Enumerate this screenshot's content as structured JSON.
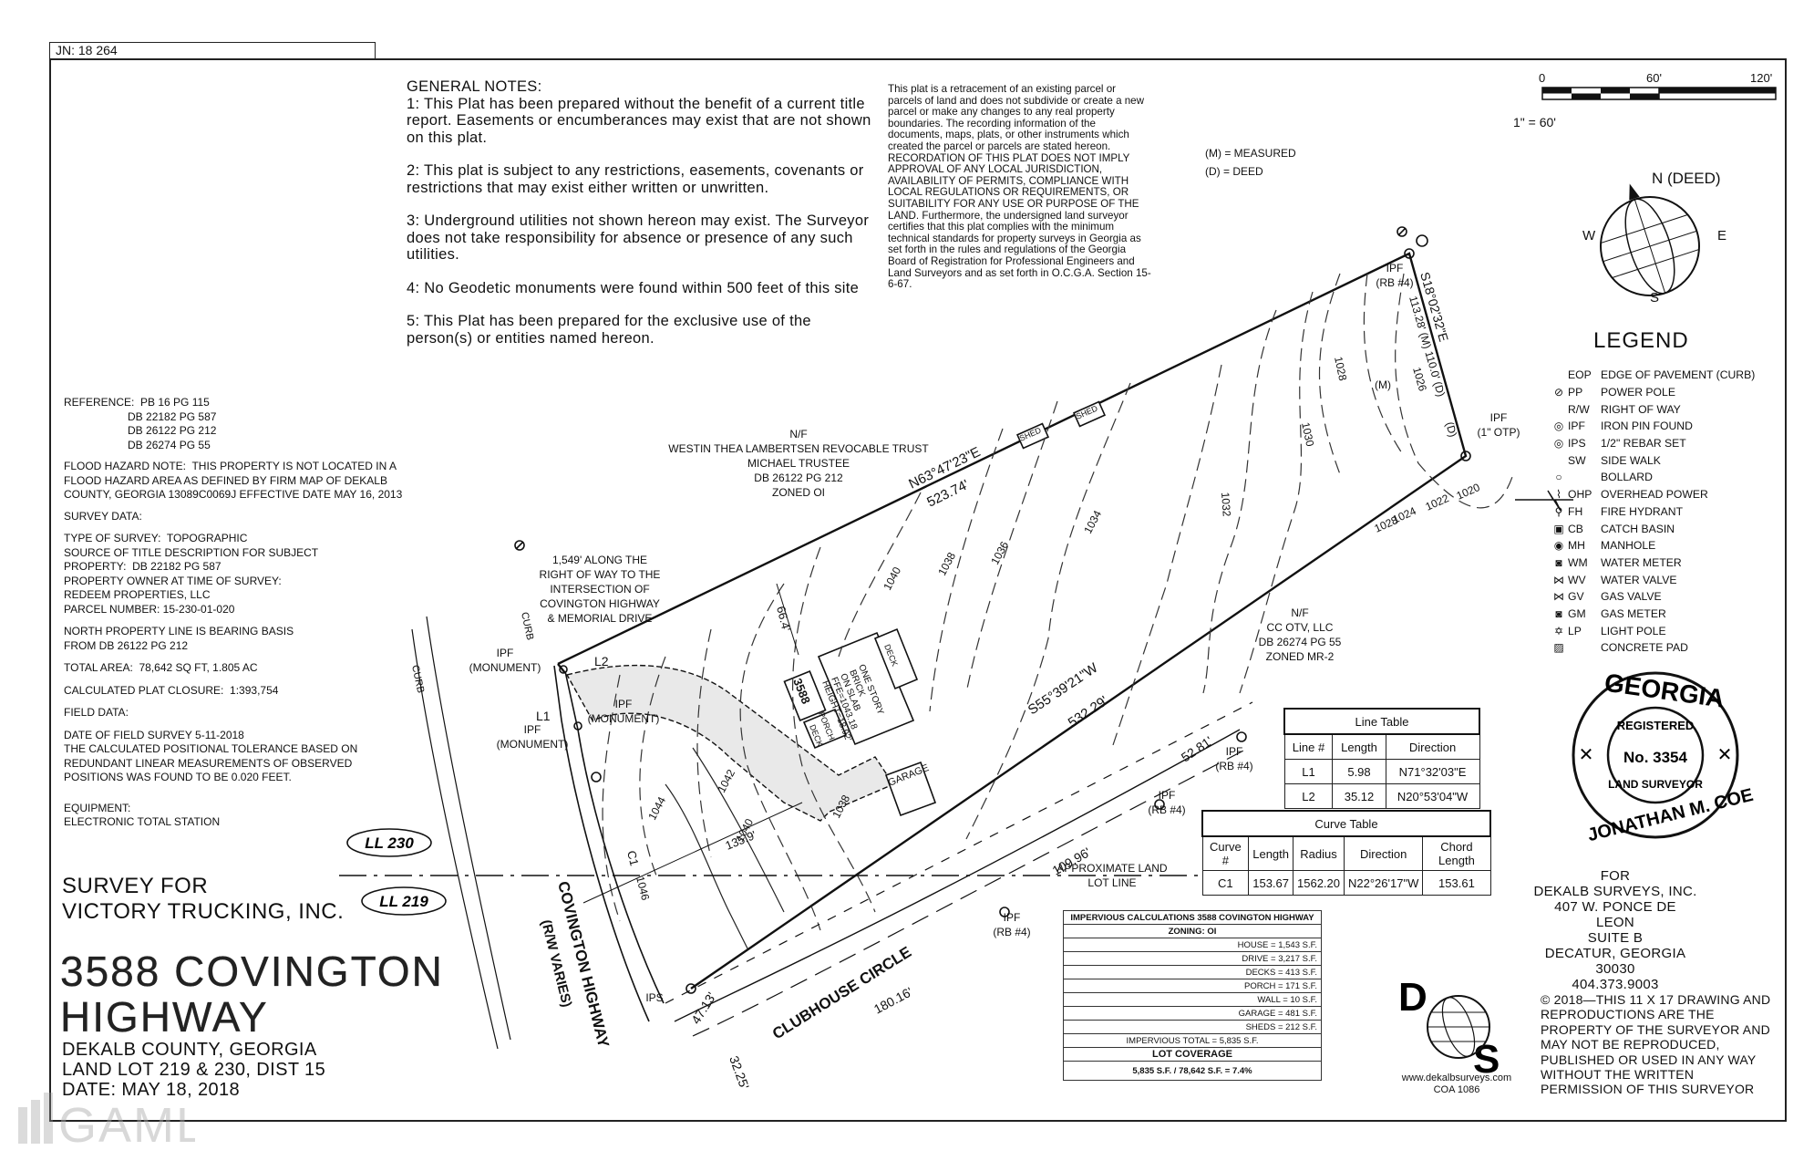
{
  "job_number": "JN: 18 264",
  "general_notes": {
    "heading": "GENERAL NOTES:",
    "items": [
      "1: This Plat has been prepared without the benefit of a current title report.  Easements or encumberances may exist that are not shown on this plat.",
      "2: This plat is subject to any restrictions, easements, covenants or restrictions that may exist either written or unwritten.",
      "3: Underground utilities not shown hereon may exist.  The Surveyor does not take responsibility for absence or presence of any such utilities.",
      "4: No Geodetic monuments were found within 500 feet of this site",
      "5: This Plat has been prepared for the exclusive use of the person(s) or entities named hereon."
    ]
  },
  "certification_text": "This plat is a retracement of an existing parcel or parcels of land and does not subdivide or create a new parcel or make any changes to any real property boundaries. The recording information of the documents, maps, plats, or other instruments which created the parcel or parcels are stated hereon. RECORDATION OF THIS PLAT DOES NOT IMPLY APPROVAL OF ANY LOCAL JURISDICTION, AVAILABILITY OF PERMITS, COMPLIANCE WITH LOCAL REGULATIONS OR REQUIREMENTS, OR SUITABILITY FOR ANY USE OR PURPOSE OF THE LAND. Furthermore, the undersigned land surveyor certifies that this plat complies with the minimum technical standards for property surveys in Georgia as set forth in the rules and regulations of the Georgia Board of Registration for Professional Engineers and Land Surveyors and as set forth in O.C.G.A. Section 15-6-67.",
  "abbrev": {
    "measured": "(M)  = MEASURED",
    "deed": "(D)  = DEED"
  },
  "scale": {
    "t0": "0",
    "t60": "60'",
    "t120": "120'",
    "ratio": "1\" = 60'"
  },
  "north_arrow": {
    "n": "N (DEED)",
    "s": "S",
    "e": "E",
    "w": "W"
  },
  "legend": {
    "title": "LEGEND",
    "items": [
      {
        "sym": "",
        "code": "EOP",
        "desc": "EDGE OF PAVEMENT (CURB)"
      },
      {
        "sym": "⊘",
        "code": "PP",
        "desc": "POWER POLE"
      },
      {
        "sym": "",
        "code": "R/W",
        "desc": "RIGHT OF WAY"
      },
      {
        "sym": "◎",
        "code": "IPF",
        "desc": "IRON PIN FOUND"
      },
      {
        "sym": "◎",
        "code": "IPS",
        "desc": "1/2\" REBAR SET"
      },
      {
        "sym": "",
        "code": "SW",
        "desc": "SIDE WALK"
      },
      {
        "sym": "○",
        "code": "",
        "desc": "BOLLARD"
      },
      {
        "sym": "⌇",
        "code": "OHP",
        "desc": "OVERHEAD POWER"
      },
      {
        "sym": "⚲",
        "code": "FH",
        "desc": "FIRE HYDRANT"
      },
      {
        "sym": "▣",
        "code": "CB",
        "desc": "CATCH BASIN"
      },
      {
        "sym": "◉",
        "code": "MH",
        "desc": "MANHOLE"
      },
      {
        "sym": "◙",
        "code": "WM",
        "desc": "WATER METER"
      },
      {
        "sym": "⋈",
        "code": "WV",
        "desc": "WATER VALVE"
      },
      {
        "sym": "⋈",
        "code": "GV",
        "desc": "GAS VALVE"
      },
      {
        "sym": "◙",
        "code": "GM",
        "desc": "GAS METER"
      },
      {
        "sym": "✡",
        "code": "LP",
        "desc": "LIGHT POLE"
      },
      {
        "sym": "▨",
        "code": "",
        "desc": "CONCRETE PAD"
      }
    ]
  },
  "reference": [
    "REFERENCE:  PB 16 PG 115",
    "                     DB 22182 PG 587",
    "                     DB 26122 PG 212",
    "                     DB 26274 PG 55"
  ],
  "flood_note": [
    "FLOOD HAZARD NOTE:  THIS PROPERTY IS NOT LOCATED IN A",
    "FLOOD HAZARD AREA AS DEFINED BY FIRM MAP OF DEKALB",
    "COUNTY, GEORGIA 13089C0069J EFFECTIVE DATE MAY 16, 2013"
  ],
  "survey_data": [
    "SURVEY DATA:",
    "",
    "TYPE OF SURVEY:  TOPOGRAPHIC",
    "SOURCE OF TITLE DESCRIPTION FOR SUBJECT",
    "PROPERTY:  DB 22182 PG 587",
    "PROPERTY OWNER AT TIME OF SURVEY:",
    "REDEEM PROPERTIES, LLC",
    "PARCEL NUMBER: 15-230-01-020",
    "",
    "NORTH PROPERTY LINE IS BEARING BASIS",
    "FROM DB 26122 PG 212",
    "",
    "TOTAL AREA:  78,642 SQ FT, 1.805 AC",
    "",
    "CALCULATED PLAT CLOSURE:  1:393,754",
    "",
    "FIELD DATA:",
    "",
    "DATE OF FIELD SURVEY 5-11-2018",
    "THE CALCULATED POSITIONAL TOLERANCE BASED ON",
    "REDUNDANT LINEAR MEASUREMENTS OF OBSERVED",
    "POSITIONS WAS FOUND TO BE 0.020 FEET.",
    "",
    "",
    "EQUIPMENT:",
    "ELECTRONIC TOTAL STATION"
  ],
  "survey_for": [
    "SURVEY FOR",
    "VICTORY TRUCKING, INC."
  ],
  "title": [
    "3588 COVINGTON",
    "HIGHWAY"
  ],
  "county": [
    "DEKALB COUNTY, GEORGIA",
    "LAND LOT 219 & 230,   DIST 15",
    "DATE:  MAY 18, 2018"
  ],
  "land_lots": {
    "a": "LL 230",
    "b": "LL 219"
  },
  "line_table": {
    "caption": "Line Table",
    "headers": [
      "Line #",
      "Length",
      "Direction"
    ],
    "rows": [
      [
        "L1",
        "5.98",
        "N71°32'03\"E"
      ],
      [
        "L2",
        "35.12",
        "N20°53'04\"W"
      ]
    ]
  },
  "curve_table": {
    "caption": "Curve Table",
    "headers": [
      "Curve #",
      "Length",
      "Radius",
      "Direction",
      "Chord Length"
    ],
    "rows": [
      [
        "C1",
        "153.67",
        "1562.20",
        "N22°26'17\"W",
        "153.61"
      ]
    ]
  },
  "impervious": {
    "title": "IMPERVIOUS CALCULATIONS 3588 COVINGTON HIGHWAY",
    "zoning": "ZONING: OI",
    "rows": [
      "HOUSE = 1,543 S.F.",
      "DRIVE = 3,217 S.F.",
      "DECKS = 413 S.F.",
      "PORCH = 171 S.F.",
      "WALL = 10 S.F.",
      "GARAGE = 481 S.F.",
      "SHEDS = 212 S.F.",
      "IMPERVIOUS TOTAL = 5,835 S.F."
    ],
    "coverage_title": "LOT COVERAGE",
    "coverage": "5,835 S.F.    /    78,642 S.F. = 7.4%"
  },
  "seal": {
    "state": "GEORGIA",
    "registered": "REGISTERED",
    "no": "No. 3354",
    "type": "LAND SURVEYOR",
    "name": "JONATHAN M. COE"
  },
  "firm": [
    "FOR",
    "DEKALB SURVEYS, INC.",
    "407 W. PONCE DE LEON",
    "SUITE B",
    "DECATUR, GEORGIA 30030",
    "404.373.9003"
  ],
  "website": [
    "www.dekalbsurveys.com",
    "COA 1086"
  ],
  "copyright": "© 2018—THIS 11 X 17 DRAWING AND REPRODUCTIONS ARE THE PROPERTY OF THE SURVEYOR AND MAY NOT BE REPRODUCED, PUBLISHED OR USED IN ANY WAY WITHOUT THE WRITTEN PERMISSION OF THIS SURVEYOR",
  "watermark": "GAMLS",
  "plat_labels": {
    "nw_owner": [
      "N/F",
      "WESTIN THEA LAMBERTSEN REVOCABLE TRUST",
      "MICHAEL TRUSTEE",
      "DB 26122 PG 212",
      "ZONED OI"
    ],
    "se_owner": [
      "N/F",
      "CC OTV, LLC",
      "DB 26274 PG 55",
      "ZONED MR-2"
    ],
    "along_row": [
      "1,549' ALONG THE",
      "RIGHT OF WAY TO THE",
      "INTERSECTION OF",
      "COVINGTON HIGHWAY",
      "& MEMORIAL DRIVE"
    ],
    "north_line": "N63°47'23\"E",
    "north_len": "523.74'",
    "east_bearing": "S18°02'32\"E",
    "east_len": "113.28' (M) 110.0' (D)",
    "south_line": "S55°39'21\"W",
    "south_len": "532.29'",
    "dist_5281": "52.81'",
    "dist_10996": "109.96'",
    "dist_18016": "180.16'",
    "dist_4713": "47.13'",
    "dist_3225": "32.25'",
    "dist_1359": "135.9'",
    "dist_664": "66.4'",
    "approx_ll": [
      "APPROXIMATE LAND",
      "LOT LINE"
    ],
    "covington": "COVINGTON HIGHWAY",
    "rw_varies": "(R/W VARIES)",
    "clubhouse": "CLUBHOUSE CIRCLE",
    "house": [
      "ONE STORY",
      "BRICK",
      "ON SLAB",
      "FFE=1043.18",
      "HEIGHT=18.92'"
    ],
    "house_no": "3588",
    "garage": "GARAGE",
    "deck": "DECK",
    "porch": "PORCH",
    "shed": "SHED",
    "curb": "CURB",
    "c1": "C1",
    "l1": "L1",
    "l2": "L2",
    "ipf_rb4": [
      "IPF",
      "(RB #4)"
    ],
    "ipf_otp": [
      "IPF",
      "(1\" OTP)"
    ],
    "ipf_mon": [
      "IPF",
      "(MONUMENT)"
    ],
    "ips": "IPS",
    "m": "(M)",
    "d": "(D)",
    "contours": [
      "1020",
      "1022",
      "1024",
      "1026",
      "1028",
      "1028",
      "1030",
      "1032",
      "1034",
      "1036",
      "1038",
      "1040",
      "1040",
      "1042",
      "1044",
      "1046",
      "1038"
    ]
  }
}
